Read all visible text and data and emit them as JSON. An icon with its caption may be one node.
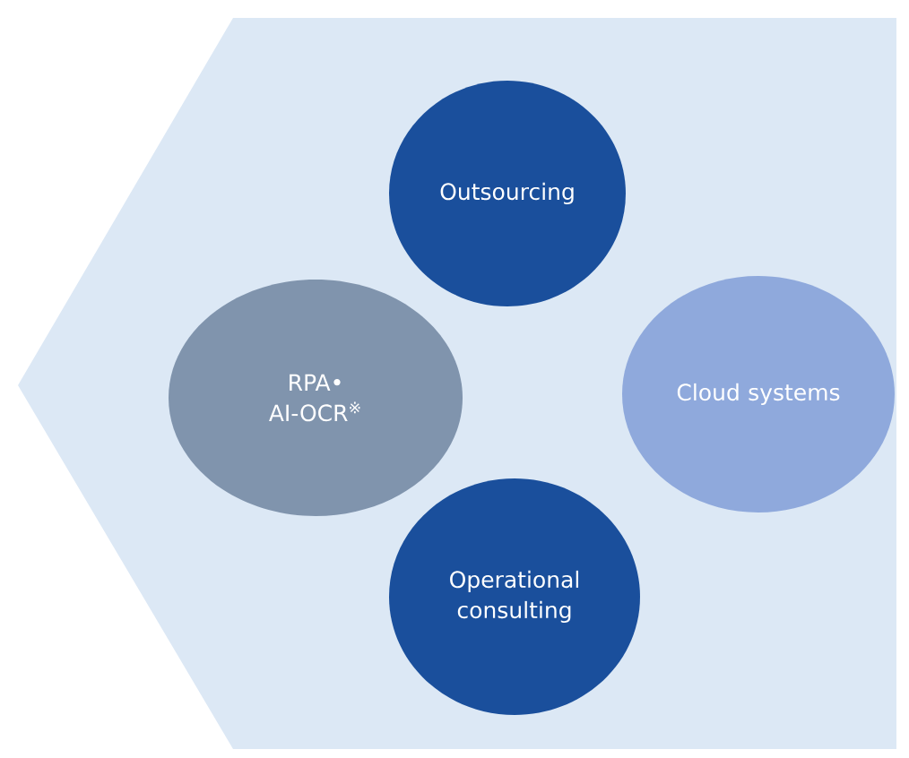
{
  "diagram": {
    "nodes": [
      {
        "text": [],
        "shape": "pentagon"
      },
      {
        "text": [
          "Outsourcing"
        ],
        "in": 0
      },
      {
        "text": [
          "RPA• AI-OCR$^{※}$"
        ],
        "in": 0
      },
      {
        "text": [
          "Cloud systems"
        ],
        "in": 0
      },
      {
        "text": [
          "Operational consulting"
        ],
        "in": 0
      }
    ]
  }
}
